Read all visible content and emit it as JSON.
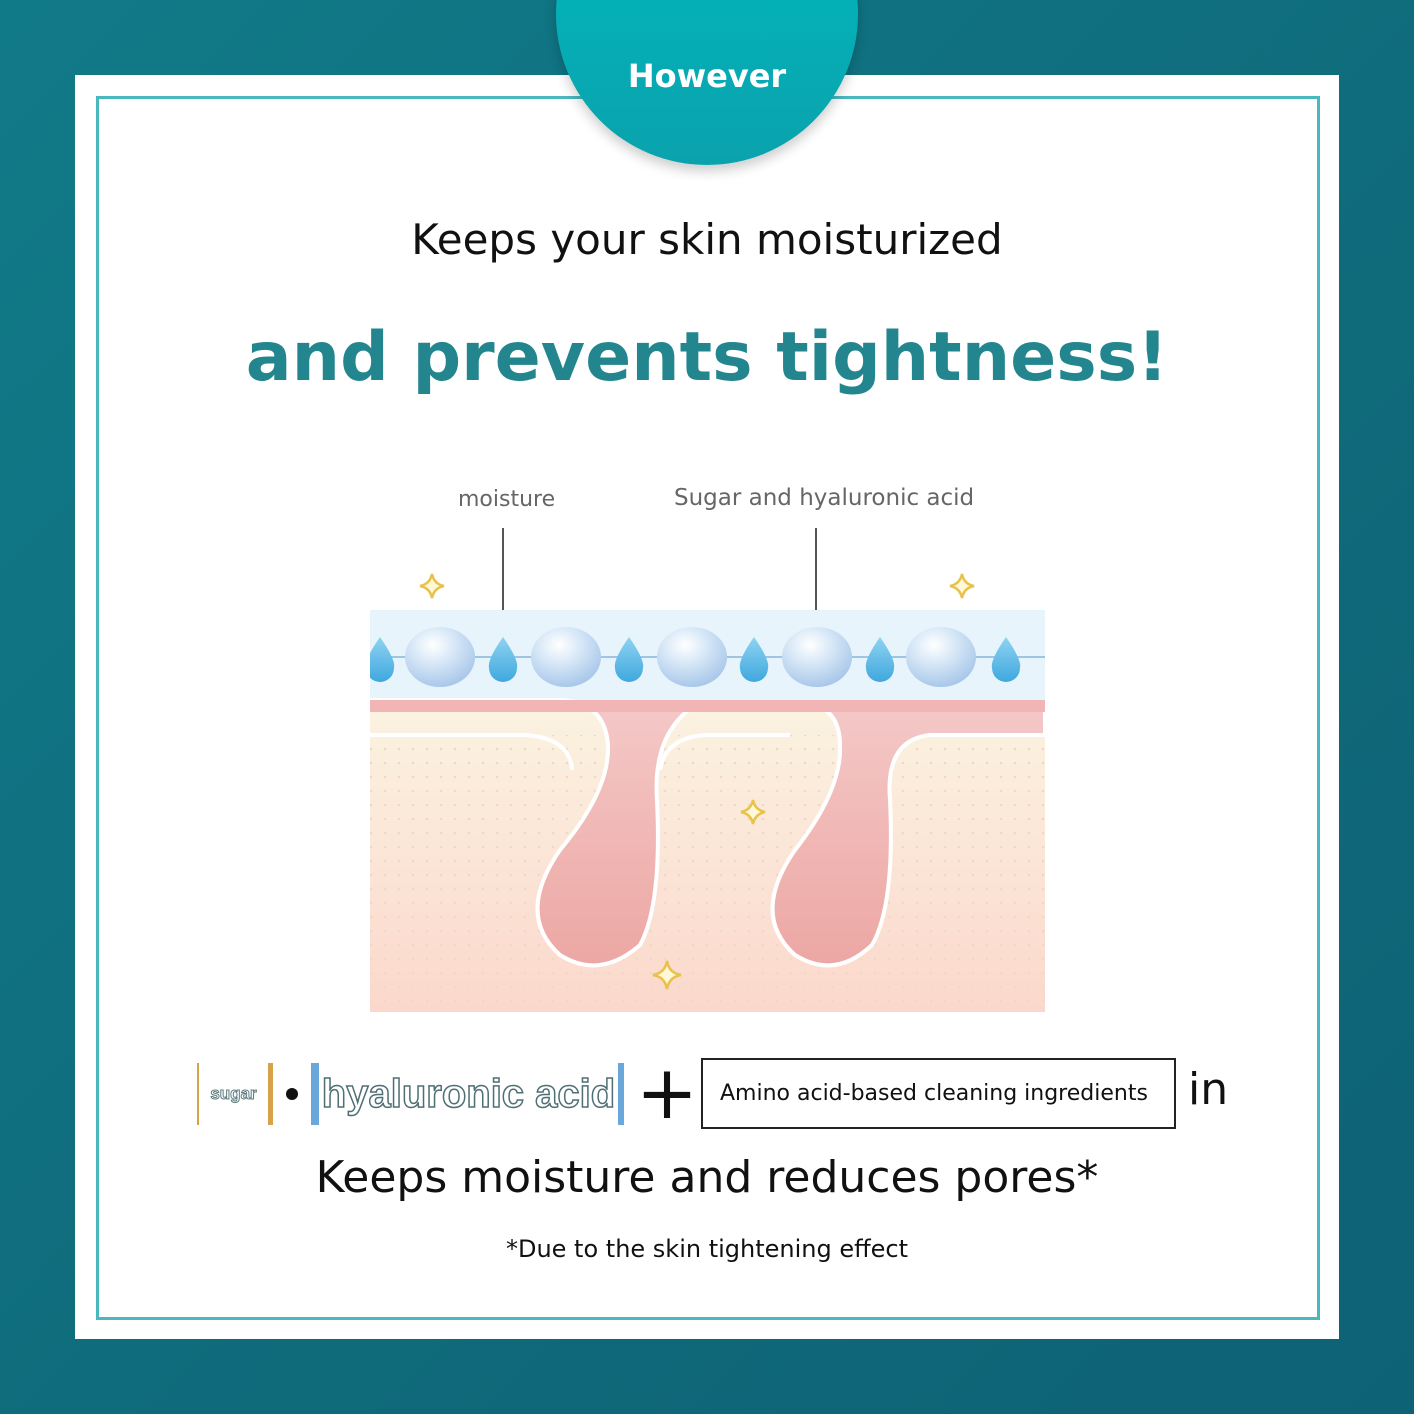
{
  "badge": "However",
  "headline": "Keeps your skin moisturized",
  "highlight": "and prevents tightness!",
  "diagram": {
    "label_moisture": "moisture",
    "label_sugar": "Sugar and hyaluronic acid"
  },
  "ingredients": {
    "sugar": "sugar",
    "hyaluronic": "hyaluronic acid",
    "plus": "+",
    "amino": "Amino acid-based cleaning ingredients",
    "in": "in"
  },
  "claim": "Keeps moisture and reduces pores*",
  "footnote": "*Due to the skin tightening effect",
  "colors": {
    "teal": "#23868e",
    "badge": "#00bcc0",
    "frame": "#4bb8bd"
  }
}
